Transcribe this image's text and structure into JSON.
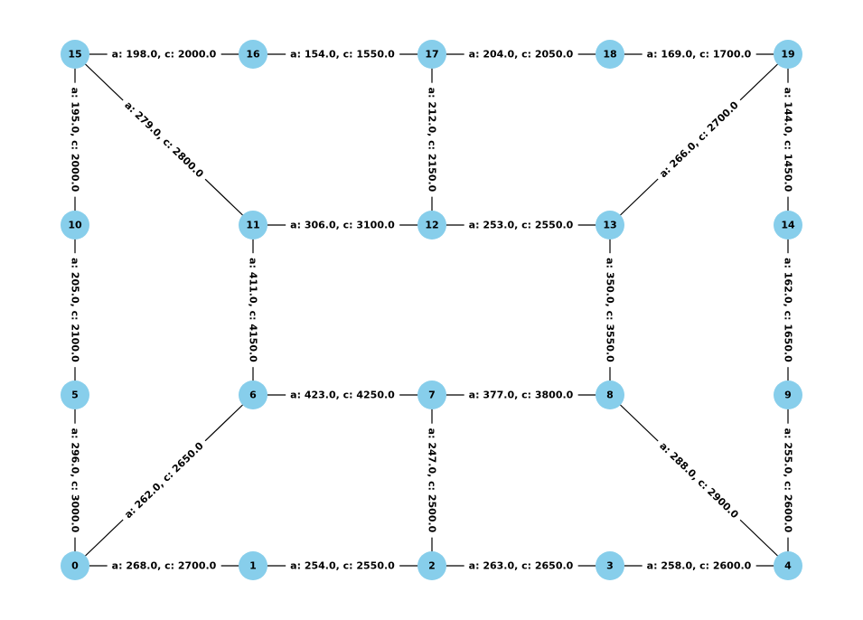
{
  "graph": {
    "node_color": "#87CEEB",
    "edge_color": "#000000",
    "nodes": [
      {
        "id": "0"
      },
      {
        "id": "1"
      },
      {
        "id": "2"
      },
      {
        "id": "3"
      },
      {
        "id": "4"
      },
      {
        "id": "5"
      },
      {
        "id": "6"
      },
      {
        "id": "7"
      },
      {
        "id": "8"
      },
      {
        "id": "9"
      },
      {
        "id": "10"
      },
      {
        "id": "11"
      },
      {
        "id": "12"
      },
      {
        "id": "13"
      },
      {
        "id": "14"
      },
      {
        "id": "15"
      },
      {
        "id": "16"
      },
      {
        "id": "17"
      },
      {
        "id": "18"
      },
      {
        "id": "19"
      }
    ],
    "edges": [
      {
        "source": "15",
        "target": "16",
        "label": "a: 198.0, c: 2000.0"
      },
      {
        "source": "16",
        "target": "17",
        "label": "a: 154.0, c: 1550.0"
      },
      {
        "source": "17",
        "target": "18",
        "label": "a: 204.0, c: 2050.0"
      },
      {
        "source": "18",
        "target": "19",
        "label": "a: 169.0, c: 1700.0"
      },
      {
        "source": "15",
        "target": "10",
        "label": "a: 195.0, c: 2000.0"
      },
      {
        "source": "15",
        "target": "11",
        "label": "a: 279.0, c: 2800.0"
      },
      {
        "source": "17",
        "target": "12",
        "label": "a: 212.0, c: 2150.0"
      },
      {
        "source": "19",
        "target": "13",
        "label": "a: 266.0, c: 2700.0"
      },
      {
        "source": "19",
        "target": "14",
        "label": "a: 144.0, c: 1450.0"
      },
      {
        "source": "11",
        "target": "12",
        "label": "a: 306.0, c: 3100.0"
      },
      {
        "source": "12",
        "target": "13",
        "label": "a: 253.0, c: 2550.0"
      },
      {
        "source": "10",
        "target": "5",
        "label": "a: 205.0, c: 2100.0"
      },
      {
        "source": "11",
        "target": "6",
        "label": "a: 411.0, c: 4150.0"
      },
      {
        "source": "13",
        "target": "8",
        "label": "a: 350.0, c: 3550.0"
      },
      {
        "source": "14",
        "target": "9",
        "label": "a: 162.0, c: 1650.0"
      },
      {
        "source": "6",
        "target": "7",
        "label": "a: 423.0, c: 4250.0"
      },
      {
        "source": "7",
        "target": "8",
        "label": "a: 377.0, c: 3800.0"
      },
      {
        "source": "5",
        "target": "0",
        "label": "a: 296.0, c: 3000.0"
      },
      {
        "source": "6",
        "target": "0",
        "label": "a: 262.0, c: 2650.0"
      },
      {
        "source": "7",
        "target": "2",
        "label": "a: 247.0, c: 2500.0"
      },
      {
        "source": "8",
        "target": "4",
        "label": "a: 288.0, c: 2900.0"
      },
      {
        "source": "9",
        "target": "4",
        "label": "a: 255.0, c: 2600.0"
      },
      {
        "source": "0",
        "target": "1",
        "label": "a: 268.0, c: 2700.0"
      },
      {
        "source": "1",
        "target": "2",
        "label": "a: 254.0, c: 2550.0"
      },
      {
        "source": "2",
        "target": "3",
        "label": "a: 263.0, c: 2650.0"
      },
      {
        "source": "3",
        "target": "4",
        "label": "a: 258.0, c: 2600.0"
      }
    ]
  }
}
